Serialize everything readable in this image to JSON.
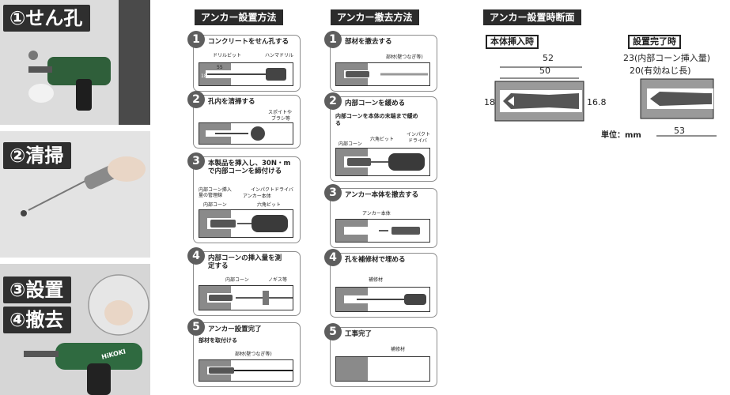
{
  "photos": {
    "label1": "①せん孔",
    "label2": "②清掃",
    "label3": "③設置",
    "label4": "④撤去",
    "brand": "HiKOKI"
  },
  "install": {
    "header": "アンカー設置方法",
    "steps": [
      {
        "num": "1",
        "title": "コンクリートをせん孔する",
        "labels": [
          "ドリルビット",
          "ハンマドリル",
          "55",
          "18"
        ]
      },
      {
        "num": "2",
        "title": "孔内を清掃する",
        "labels": [
          "スポイトや",
          "ブラシ等"
        ]
      },
      {
        "num": "3",
        "title": "本製品を挿入し、30N・mで内部コーンを締付ける",
        "labels": [
          "内部コーン挿入",
          "量の管理線",
          "インパクトドライバ",
          "アンカー本体",
          "内部コーン",
          "六角ビット"
        ]
      },
      {
        "num": "4",
        "title": "内部コーンの挿入量を測定する",
        "labels": [
          "内部コーン",
          "ノギス等"
        ]
      },
      {
        "num": "5",
        "title": "アンカー設置完了",
        "sub": "部材を取付ける",
        "labels": [
          "部材(壁つなぎ等)"
        ]
      }
    ]
  },
  "remove": {
    "header": "アンカー撤去方法",
    "steps": [
      {
        "num": "1",
        "title": "部材を撤去する",
        "labels": [
          "部材(壁つなぎ等)"
        ]
      },
      {
        "num": "2",
        "title": "内部コーンを緩める",
        "sub": "内部コーンを本体の末端まで緩める",
        "labels": [
          "インパクト",
          "六角ビット",
          "ドライバ",
          "内部コーン"
        ]
      },
      {
        "num": "3",
        "title": "アンカー本体を撤去する",
        "labels": [
          "アンカー本体"
        ]
      },
      {
        "num": "4",
        "title": "孔を補修材で埋める",
        "labels": [
          "補修材"
        ]
      },
      {
        "num": "5",
        "title": "工事完了",
        "labels": [
          "補修材"
        ]
      }
    ]
  },
  "section": {
    "header": "アンカー設置時断面",
    "left": {
      "title": "本体挿入時",
      "d52": "52",
      "d50": "50",
      "d18": "18",
      "d168": "16.8"
    },
    "right": {
      "title": "設置完了時",
      "d23": "23(内部コーン挿入量)",
      "d20": "20(有効ねじ長)",
      "d53": "53"
    },
    "unit": "単位：mm"
  },
  "colors": {
    "dark": "#2b2b2b",
    "wall": "#8a8a8a",
    "step": "#5e5e5e"
  }
}
